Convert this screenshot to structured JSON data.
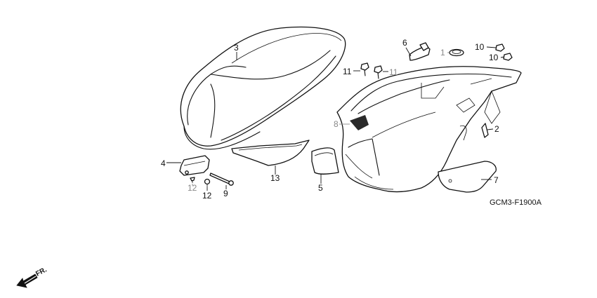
{
  "diagram": {
    "code": "GCM3-F1900A",
    "direction_label": "FR.",
    "callouts": {
      "p1": "1",
      "p2": "2",
      "p3": "3",
      "p4": "4",
      "p5": "5",
      "p6": "6",
      "p7": "7",
      "p8": "8",
      "p9": "9",
      "p10a": "10",
      "p10b": "10",
      "p11a": "11",
      "p11b": "11",
      "p12a": "12",
      "p12b": "12",
      "p13": "13"
    }
  }
}
